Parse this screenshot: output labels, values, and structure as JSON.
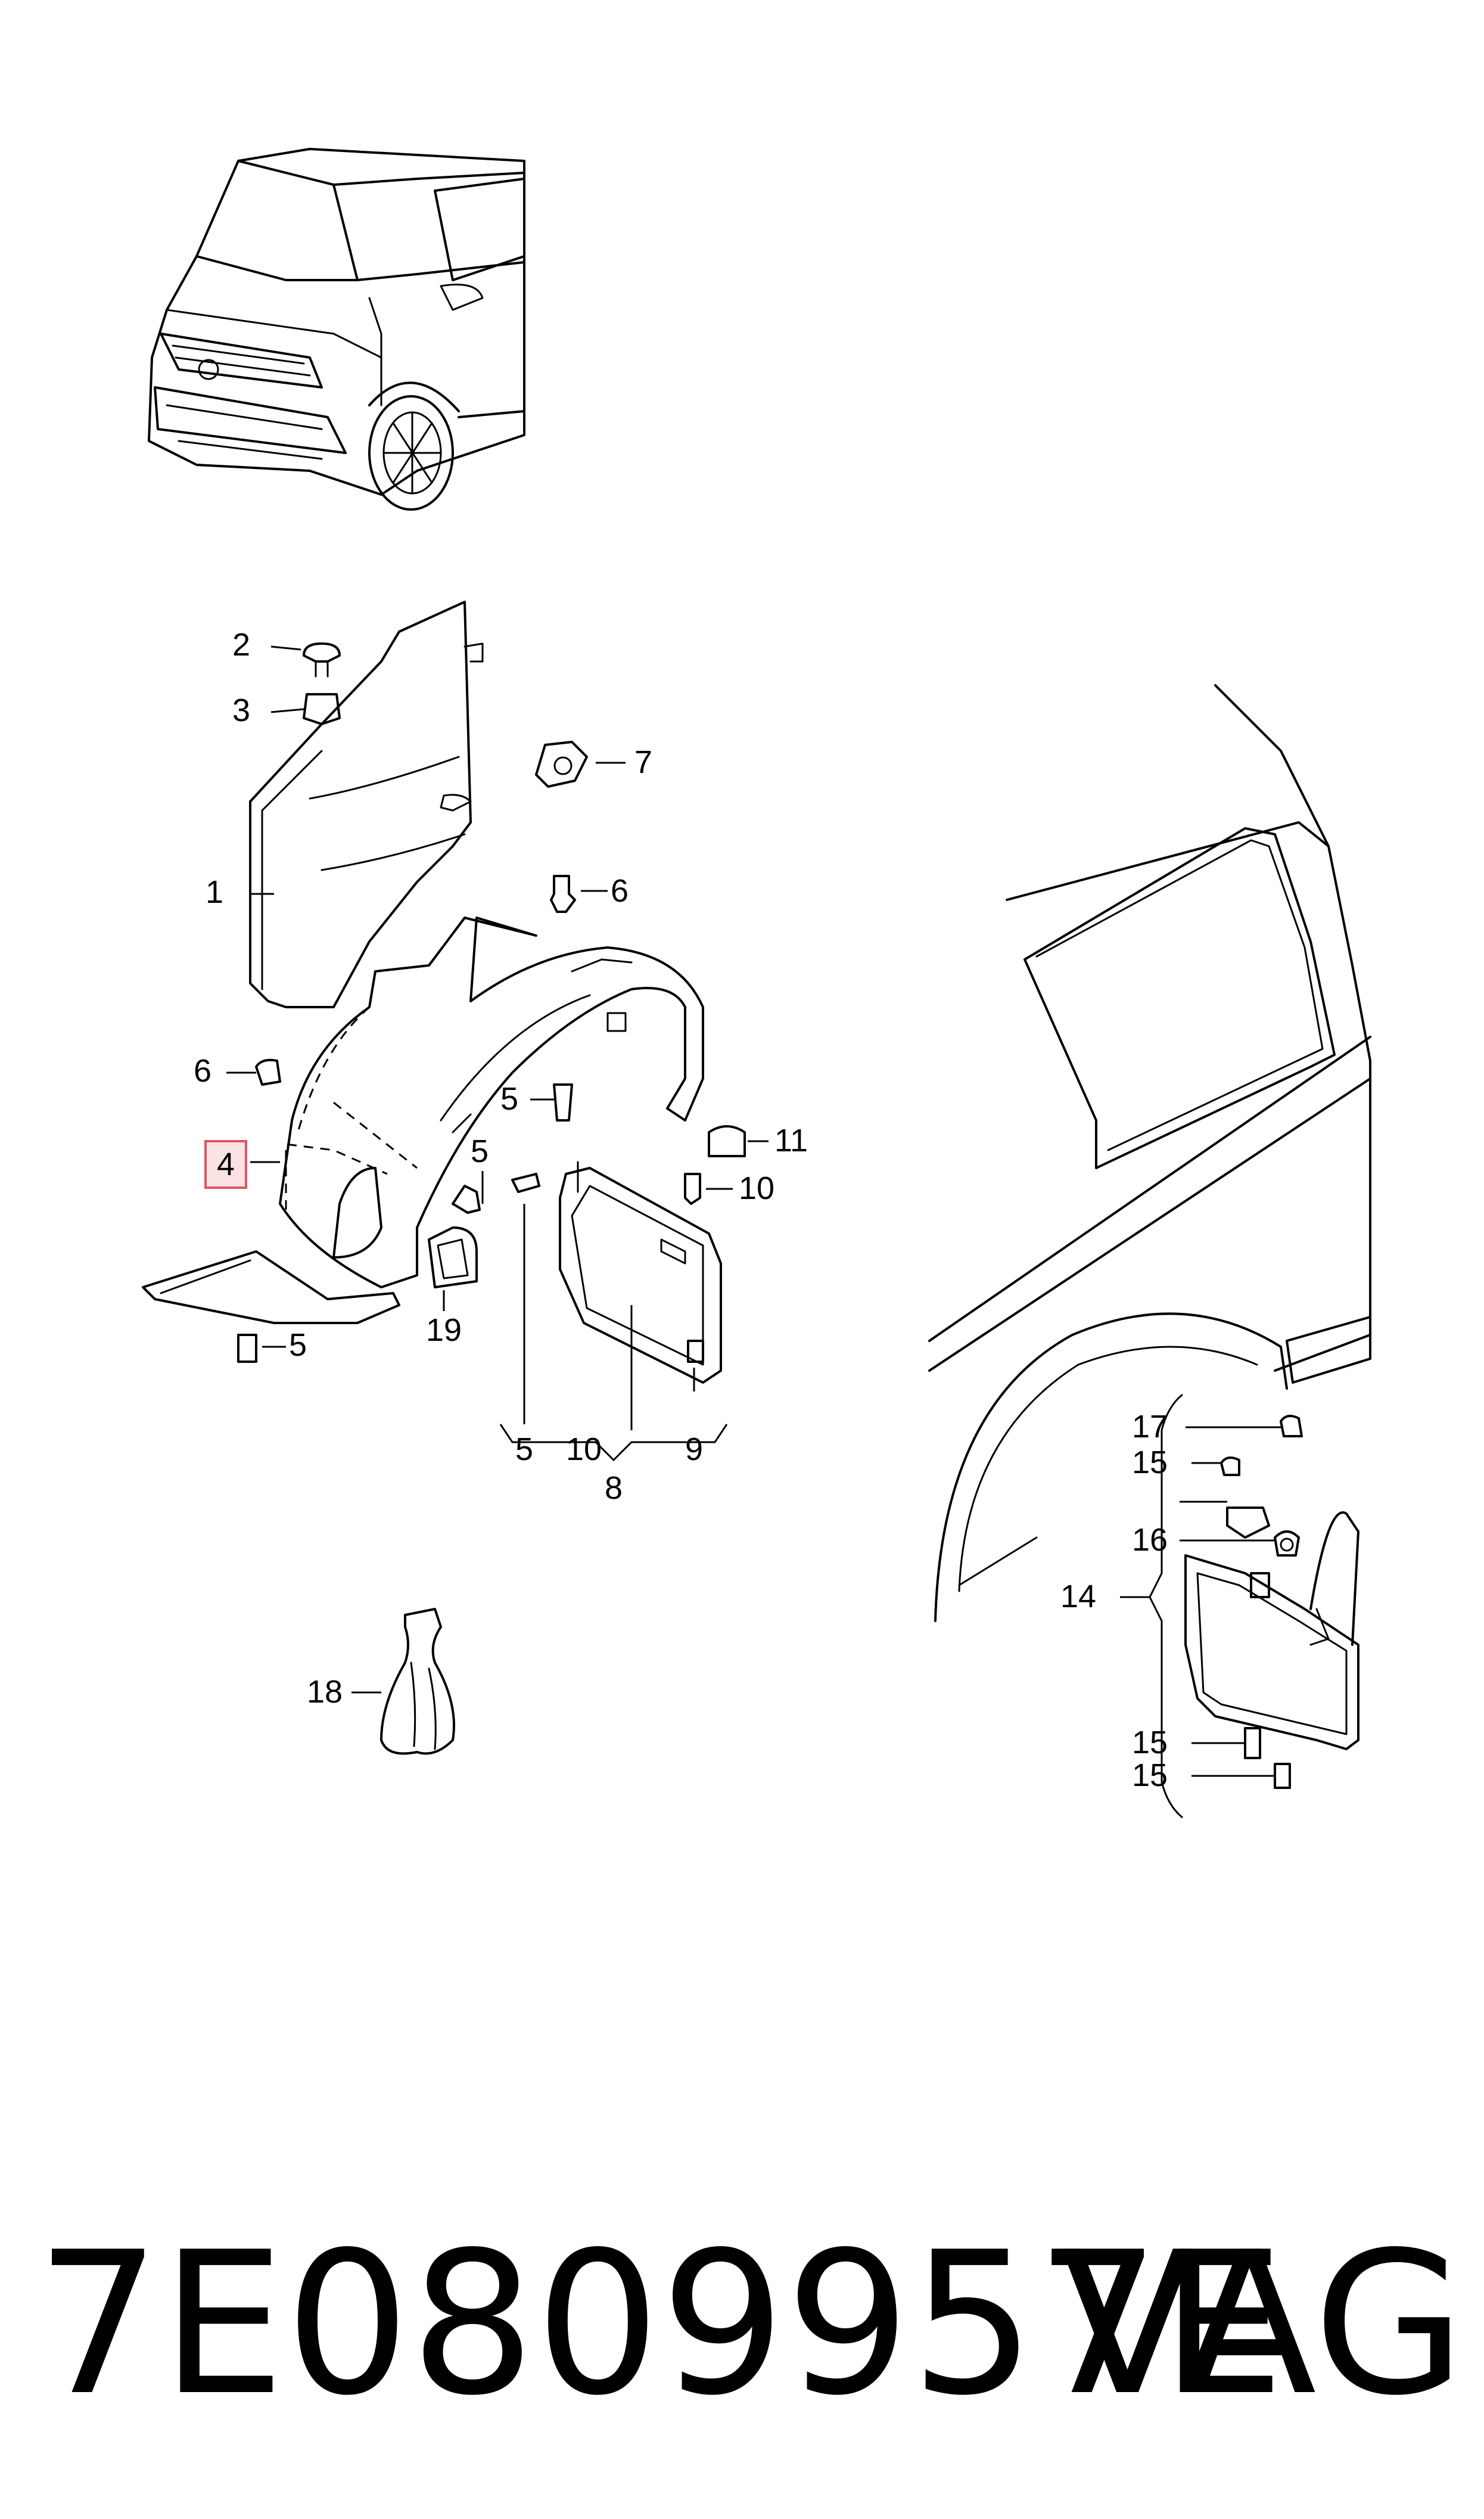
{
  "diagram": {
    "callouts": [
      {
        "id": "c1",
        "label": "1"
      },
      {
        "id": "c2",
        "label": "2"
      },
      {
        "id": "c3",
        "label": "3"
      },
      {
        "id": "c4",
        "label": "4",
        "highlighted": true
      },
      {
        "id": "c5a",
        "label": "5"
      },
      {
        "id": "c5b",
        "label": "5"
      },
      {
        "id": "c5c",
        "label": "5"
      },
      {
        "id": "c5d",
        "label": "5"
      },
      {
        "id": "c6a",
        "label": "6"
      },
      {
        "id": "c6b",
        "label": "6"
      },
      {
        "id": "c7",
        "label": "7"
      },
      {
        "id": "c8",
        "label": "8"
      },
      {
        "id": "c9",
        "label": "9"
      },
      {
        "id": "c10a",
        "label": "10"
      },
      {
        "id": "c10b",
        "label": "10"
      },
      {
        "id": "c11",
        "label": "11"
      },
      {
        "id": "c14",
        "label": "14"
      },
      {
        "id": "c15a",
        "label": "15"
      },
      {
        "id": "c15b",
        "label": "15"
      },
      {
        "id": "c15c",
        "label": "15"
      },
      {
        "id": "c16",
        "label": "16"
      },
      {
        "id": "c17",
        "label": "17"
      },
      {
        "id": "c18",
        "label": "18"
      },
      {
        "id": "c19",
        "label": "19"
      }
    ],
    "highlight_color": "#e05561"
  },
  "footer": {
    "part_number": "7E0809957E",
    "brand": "VAG"
  }
}
